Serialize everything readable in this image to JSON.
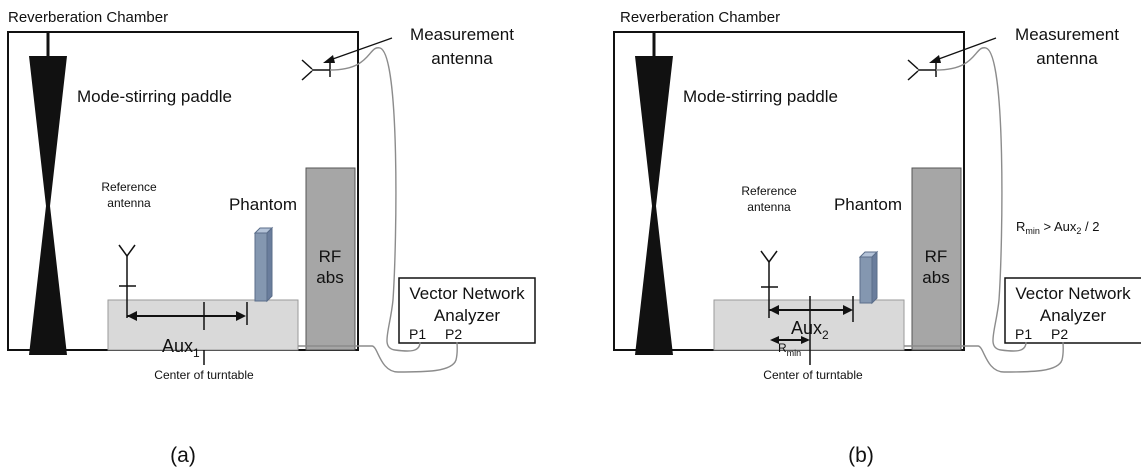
{
  "panels": [
    {
      "chamber_title": "Reverberation Chamber",
      "measurement_antenna": [
        "Measurement",
        "antenna"
      ],
      "paddle_label": "Mode-stirring paddle",
      "reference_antenna": [
        "Reference",
        "antenna"
      ],
      "phantom_label": "Phantom",
      "rf_abs": [
        "RF",
        "abs"
      ],
      "vna": [
        "Vector Network",
        "Analyzer"
      ],
      "port1": "P1",
      "port2": "P2",
      "aux_base": "Aux",
      "aux_sub": "1",
      "center_label": "Center of turntable",
      "caption": "(a)"
    },
    {
      "chamber_title": "Reverberation Chamber",
      "measurement_antenna": [
        "Measurement",
        "antenna"
      ],
      "paddle_label": "Mode-stirring paddle",
      "reference_antenna": [
        "Reference",
        "antenna"
      ],
      "phantom_label": "Phantom",
      "rf_abs": [
        "RF",
        "abs"
      ],
      "vna": [
        "Vector Network",
        "Analyzer"
      ],
      "port1": "P1",
      "port2": "P2",
      "aux_base": "Aux",
      "aux_sub": "2",
      "center_label": "Center of turntable",
      "rmin_base": "R",
      "rmin_sub": "min",
      "formula": {
        "r": "R",
        "r_sub": "min",
        "gt": " > Aux",
        "aux_sub": "2",
        "tail": " / 2"
      },
      "caption": "(b)"
    }
  ],
  "colors": {
    "line": "#111111",
    "turntable": "#d9d9d9",
    "absorber": "#a6a6a6",
    "phantom": "#8497b0",
    "cable": "#8c8c8c"
  }
}
